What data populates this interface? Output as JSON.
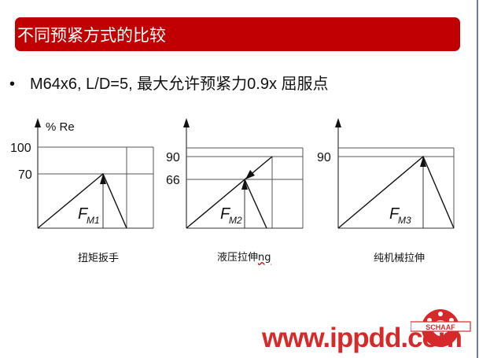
{
  "slide": {
    "title": "不同预紧方式的比较",
    "bullet": "M64x6, L/D=5, 最大允许预紧力0.9x 屈服点",
    "colors": {
      "title_bg": "#c00000",
      "title_text": "#ffffff",
      "watermark": "#d62a2a"
    }
  },
  "chart_data": [
    {
      "type": "line",
      "title": "扭矩扳手",
      "ylabel": "% Re",
      "yticks": [
        100,
        70
      ],
      "series_label": "FM1",
      "peak_value": 70,
      "limit_value": 100,
      "points": [
        [
          0,
          0
        ],
        [
          0.56,
          70
        ],
        [
          0.77,
          0
        ]
      ]
    },
    {
      "type": "line",
      "title": "液压拉伸ng",
      "ylabel": "",
      "yticks": [
        90,
        66
      ],
      "series_label": "FM2",
      "peak_value": 66,
      "max_value": 90,
      "points": [
        [
          0,
          0
        ],
        [
          0.74,
          90
        ],
        [
          0.5,
          66
        ],
        [
          0.69,
          0
        ]
      ]
    },
    {
      "type": "line",
      "title": "纯机械拉伸",
      "ylabel": "",
      "yticks": [
        90
      ],
      "series_label": "FM3",
      "peak_value": 90,
      "points": [
        [
          0,
          0
        ],
        [
          0.74,
          90
        ],
        [
          1.0,
          0
        ]
      ]
    }
  ],
  "diagrams": {
    "d1": {
      "ylabel": "% Re",
      "tick_top": "100",
      "tick_mid": "70",
      "label_f": "F",
      "label_sub": "M1",
      "caption": "扭矩扳手"
    },
    "d2": {
      "tick_top": "90",
      "tick_mid": "66",
      "label_f": "F",
      "label_sub": "M2",
      "caption_main": "液压拉伸",
      "caption_suffix": "ng"
    },
    "d3": {
      "tick_top": "90",
      "label_f": "F",
      "label_sub": "M3",
      "caption": "纯机械拉伸"
    }
  },
  "watermark": {
    "text": "www.ippdd.com",
    "logo_text": "SCHAAF"
  }
}
